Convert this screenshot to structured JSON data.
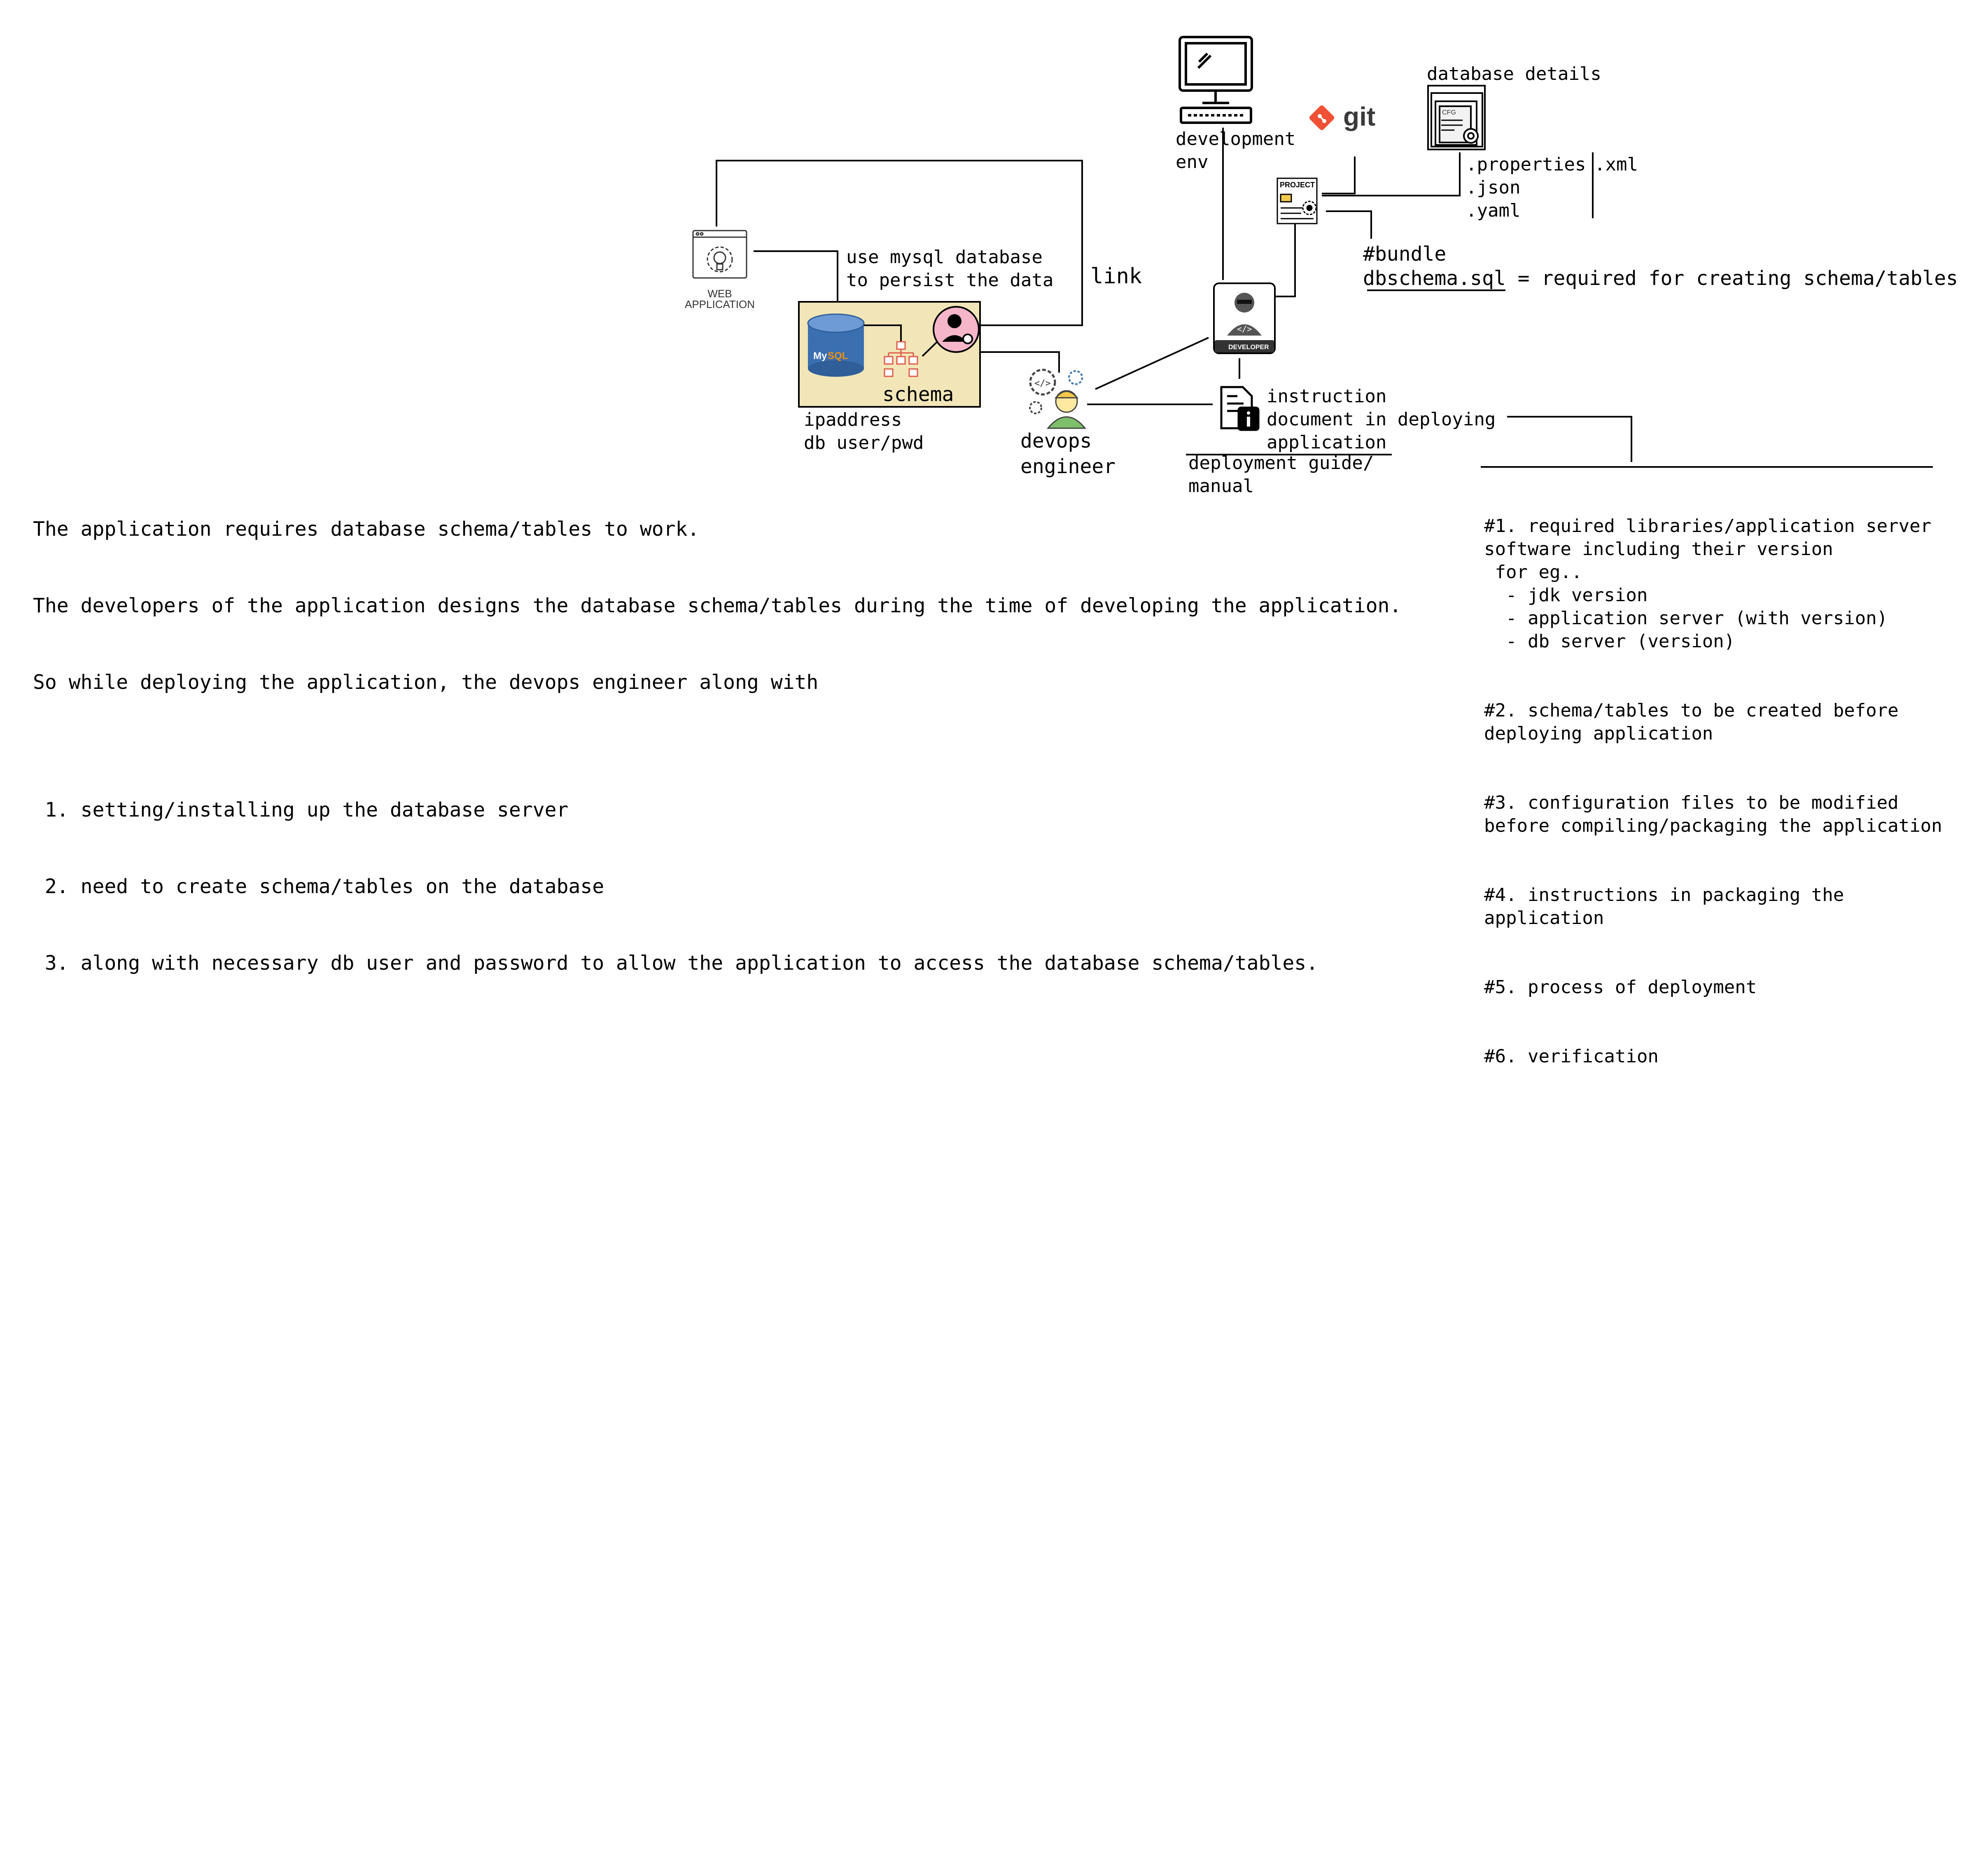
{
  "labels": {
    "web_application": "WEB\nAPPLICATION",
    "use_mysql": "use mysql database\nto persist the data",
    "link": "link",
    "schema": "schema",
    "db_connection": "ipaddress\ndb user/pwd",
    "devops": "devops\nengineer",
    "development_env": "development\nenv",
    "git": "git",
    "database_details": "database details",
    "config_files": ".properties\n.json\n.yaml",
    "xml": ".xml",
    "project": "PROJECT",
    "cfg": "CFG",
    "developer_badge": "DEVELOPER",
    "mysql_logo": "My",
    "bundle": "#bundle",
    "dbschema_file": "dbschema.sql",
    "dbschema_desc": " = required for creating schema/tables",
    "instruction": "instruction\ndocument in deploying\napplication",
    "deployment_guide": "deployment guide/\nmanual"
  },
  "notes": {
    "line1": "The application requires database schema/tables to work.",
    "line2": "The developers of the application designs the database schema/tables during the time of developing the application.",
    "line3": "So while deploying the application, the devops engineer along with",
    "steps": [
      " 1. setting/installing up the database server",
      " 2. need to create schema/tables on the database",
      " 3. along with necessary db user and password to allow the application to access the database schema/tables."
    ]
  },
  "guide_items": [
    "#1. required libraries/application server\nsoftware including their version\n for eg..\n  - jdk version\n  - application server (with version)\n  - db server (version)",
    "#2. schema/tables to be created before\ndeploying application",
    "#3. configuration files to be modified\nbefore compiling/packaging the application",
    "#4. instructions in packaging the\napplication",
    "#5. process of deployment",
    "#6. verification"
  ],
  "colors": {
    "db_box_fill": "#f2e6b8",
    "git_orange": "#f05033",
    "mysql_blue": "#3a6fb0",
    "schema_red": "#e05a4a",
    "user_circle": "#f4b6c8",
    "devops_green": "#7dbf6a"
  }
}
